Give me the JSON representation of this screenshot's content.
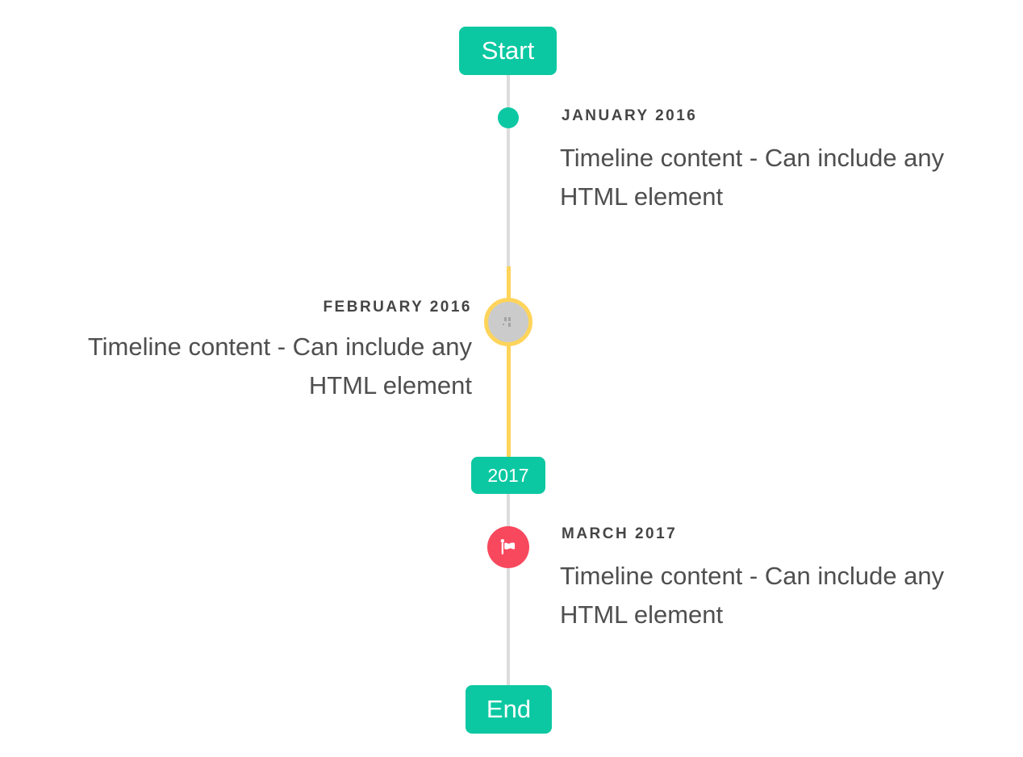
{
  "colors": {
    "teal": "#0cc8a2",
    "red": "#f8485e",
    "yellow": "#ffd45a",
    "line_gray": "#dcdcdc",
    "marker_gray_fill": "#cbcbcb",
    "broken_icon_gray": "#a3a3a3",
    "title_text": "#454545",
    "content_text": "#4f4f4f",
    "button_text": "#ffffff",
    "page_bg": "#ffffff"
  },
  "timeline": {
    "start_button_label": "Start",
    "year_badge_label": "2017",
    "end_button_label": "End",
    "items": [
      {
        "date": "JANUARY 2016",
        "content": "Timeline content - Can include any HTML element",
        "side": "right",
        "marker": "teal-dot"
      },
      {
        "date": "FEBRUARY 2016",
        "content": "Timeline content - Can include any HTML element",
        "side": "left",
        "marker": "gray-circle-yellow-ring-broken-image"
      },
      {
        "date": "MARCH 2017",
        "content": "Timeline content - Can include any HTML element",
        "side": "right",
        "marker": "red-circle-flag"
      }
    ],
    "icons": {
      "flag": "flag-icon",
      "broken_image": "broken-image-icon"
    }
  }
}
